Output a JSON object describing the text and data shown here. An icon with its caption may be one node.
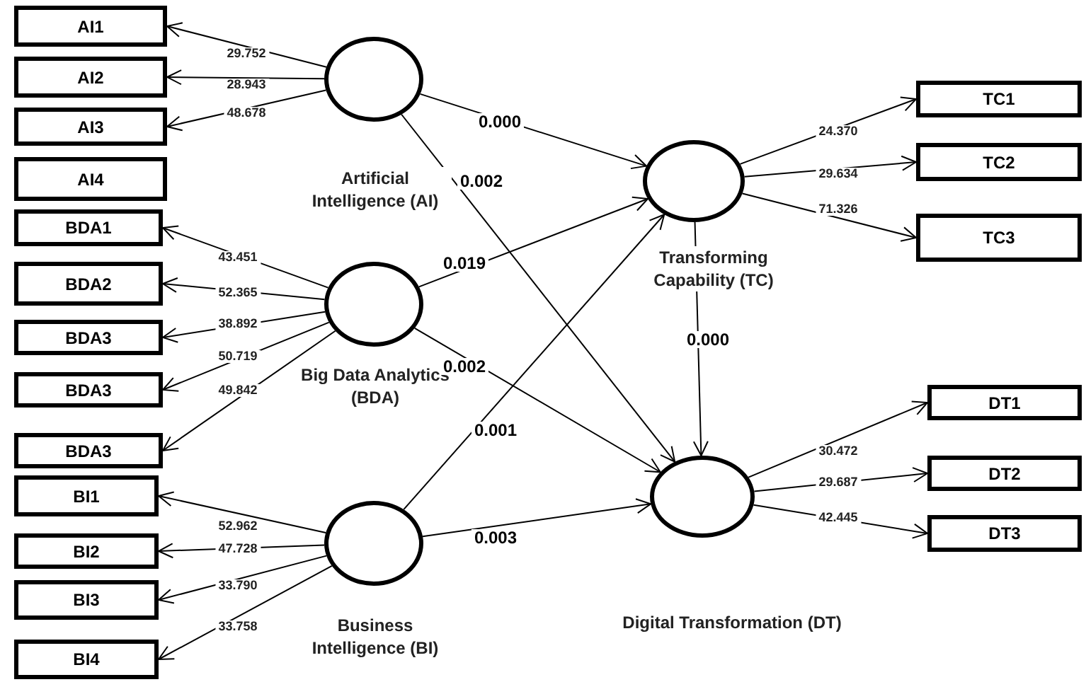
{
  "diagram": {
    "nodes": [
      {
        "text": [
          "AI1"
        ]
      },
      {
        "text": [
          "AI2"
        ]
      },
      {
        "text": [
          "AI3"
        ]
      },
      {
        "text": [
          "AI4"
        ]
      },
      {
        "text": [
          "BDA1"
        ]
      },
      {
        "text": [
          "BDA2"
        ]
      },
      {
        "text": [
          "BDA3"
        ]
      },
      {
        "text": [
          "BDA3"
        ]
      },
      {
        "text": [
          "BDA3"
        ]
      },
      {
        "text": [
          "BI1"
        ]
      },
      {
        "text": [
          "BI2"
        ]
      },
      {
        "text": [
          "BI3"
        ]
      },
      {
        "text": [
          "BI4"
        ]
      },
      {
        "text": [
          "Artificial Intelligence (AI)"
        ]
      },
      {
        "text": [
          "Big Data Analytics (BDA)"
        ]
      },
      {
        "text": [
          "Business Intelligence (BI)"
        ]
      },
      {
        "text": [
          "Transforming Capability (TC)"
        ]
      },
      {
        "text": [
          "Digital Transformation (DT)"
        ]
      },
      {
        "text": [
          "TC1"
        ]
      },
      {
        "text": [
          "TC2"
        ]
      },
      {
        "text": [
          "TC3"
        ]
      },
      {
        "text": [
          "DT1"
        ]
      },
      {
        "text": [
          "DT2"
        ]
      },
      {
        "text": [
          "DT3"
        ]
      }
    ],
    "edges": [
      {
        "from": 13,
        "to": 0,
        "arrow": "to",
        "label": "29.752"
      },
      {
        "from": 13,
        "to": 1,
        "arrow": "to",
        "label": "28.943"
      },
      {
        "from": 13,
        "to": 2,
        "arrow": "to",
        "label": "48.678"
      },
      {
        "from": 14,
        "to": 4,
        "arrow": "to",
        "label": "43.451"
      },
      {
        "from": 14,
        "to": 5,
        "arrow": "to",
        "label": "52.365"
      },
      {
        "from": 14,
        "to": 6,
        "arrow": "to",
        "label": "38.892"
      },
      {
        "from": 14,
        "to": 7,
        "arrow": "to",
        "label": "50.719"
      },
      {
        "from": 14,
        "to": 8,
        "arrow": "to",
        "label": "49.842"
      },
      {
        "from": 15,
        "to": 9,
        "arrow": "to",
        "label": "52.962"
      },
      {
        "from": 15,
        "to": 10,
        "arrow": "to",
        "label": "47.728"
      },
      {
        "from": 15,
        "to": 11,
        "arrow": "to",
        "label": "33.790"
      },
      {
        "from": 15,
        "to": 12,
        "arrow": "to",
        "label": "33.758"
      },
      {
        "from": 13,
        "to": 16,
        "arrow": "to",
        "label": "0.000"
      },
      {
        "from": 13,
        "to": 17,
        "arrow": "to",
        "label": "0.002"
      },
      {
        "from": 14,
        "to": 16,
        "arrow": "to",
        "label": "0.019"
      },
      {
        "from": 14,
        "to": 17,
        "arrow": "to",
        "label": "0.002"
      },
      {
        "from": 15,
        "to": 16,
        "arrow": "to",
        "label": "0.001"
      },
      {
        "from": 15,
        "to": 17,
        "arrow": "to",
        "label": "0.003"
      },
      {
        "from": 16,
        "to": 17,
        "arrow": "to",
        "label": "0.000"
      },
      {
        "from": 16,
        "to": 18,
        "arrow": "to",
        "label": "24.370"
      },
      {
        "from": 16,
        "to": 19,
        "arrow": "to",
        "label": "29.634"
      },
      {
        "from": 16,
        "to": 20,
        "arrow": "to",
        "label": "71.326"
      },
      {
        "from": 17,
        "to": 21,
        "arrow": "to",
        "label": "30.472"
      },
      {
        "from": 17,
        "to": 22,
        "arrow": "to",
        "label": "29.687"
      },
      {
        "from": 17,
        "to": 23,
        "arrow": "to",
        "label": "42.445"
      }
    ]
  }
}
